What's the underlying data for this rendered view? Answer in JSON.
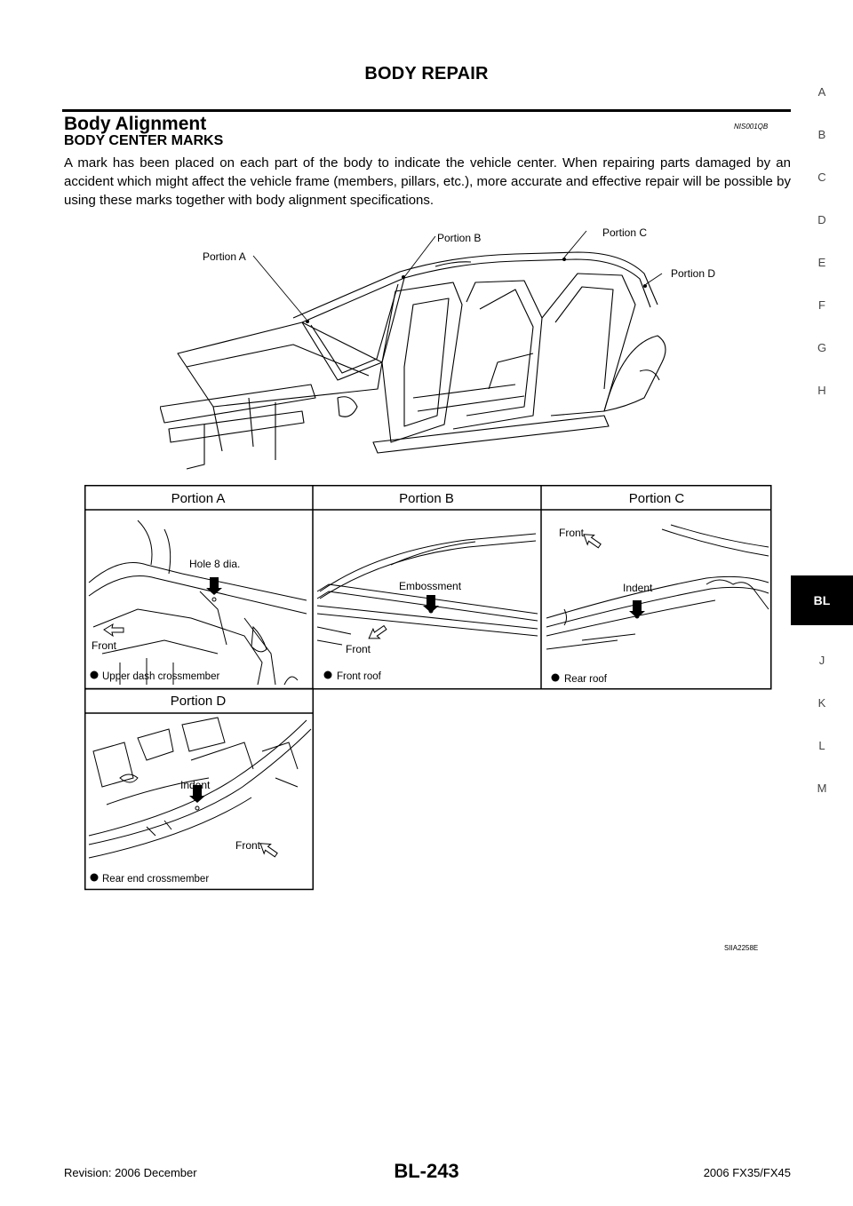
{
  "header": {
    "title": "BODY REPAIR"
  },
  "section": {
    "title": "Body Alignment",
    "code": "NIS001QB",
    "subtitle": "BODY CENTER MARKS",
    "intro": "A mark has been placed on each part of the body to indicate the vehicle center. When repairing parts damaged by an accident which might affect the vehicle frame (members, pillars, etc.), more accurate and effective repair will be possible by using these marks together with body alignment specifications."
  },
  "overview_labels": {
    "portion_a": "Portion A",
    "portion_b": "Portion B",
    "portion_c": "Portion C",
    "portion_d": "Portion D"
  },
  "table": {
    "headers": [
      "Portion A",
      "Portion B",
      "Portion C",
      "Portion D"
    ],
    "portion_a": {
      "mark_label": "Hole 8 dia.",
      "direction": "Front",
      "part": "Upper dash crossmember"
    },
    "portion_b": {
      "mark_label": "Embossment",
      "direction": "Front",
      "part": "Front roof"
    },
    "portion_c": {
      "mark_label": "Indent",
      "direction": "Front",
      "part": "Rear roof"
    },
    "portion_d": {
      "mark_label": "Indent",
      "direction": "Front",
      "part": "Rear end crossmember"
    }
  },
  "figure_id": "SIIA2258E",
  "side_index": {
    "items": [
      "A",
      "B",
      "C",
      "D",
      "E",
      "F",
      "G",
      "H",
      "BL",
      "J",
      "K",
      "L",
      "M"
    ],
    "active": "BL"
  },
  "footer": {
    "revision": "Revision: 2006 December",
    "page": "BL-243",
    "model": "2006 FX35/FX45"
  }
}
